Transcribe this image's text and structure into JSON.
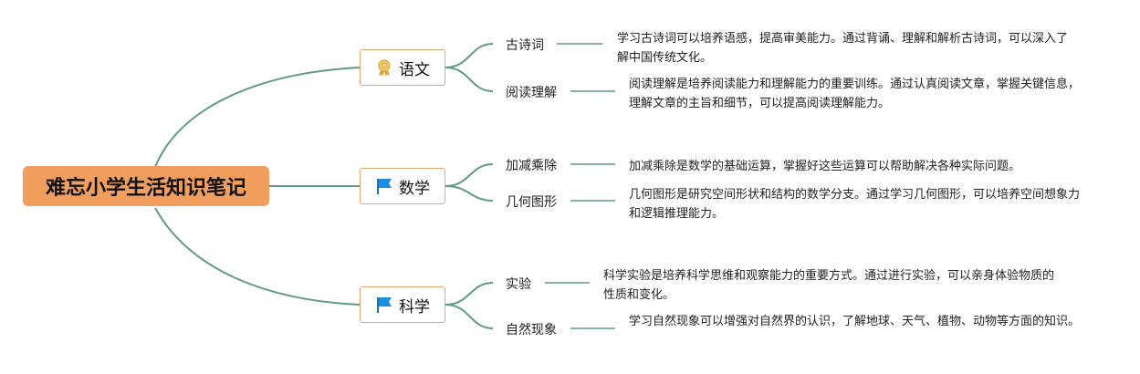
{
  "root": {
    "title": "难忘小学生活知识笔记"
  },
  "branches": [
    {
      "label": "语文",
      "icon": "award-medal-icon",
      "topics": [
        {
          "label": "古诗词",
          "note": "学习古诗词可以培养语感，提高审美能力。通过背诵、理解和解析古诗词，可以深入了解中国传统文化。"
        },
        {
          "label": "阅读理解",
          "note": "阅读理解是培养阅读能力和理解能力的重要训练。通过认真阅读文章，掌握关键信息，理解文章的主旨和细节，可以提高阅读理解能力。"
        }
      ]
    },
    {
      "label": "数学",
      "icon": "flag-icon",
      "topics": [
        {
          "label": "加减乘除",
          "note": "加减乘除是数学的基础运算，掌握好这些运算可以帮助解决各种实际问题。"
        },
        {
          "label": "几何图形",
          "note": "几何图形是研究空间形状和结构的数学分支。通过学习几何图形，可以培养空间想象力和逻辑推理能力。"
        }
      ]
    },
    {
      "label": "科学",
      "icon": "flag-icon",
      "topics": [
        {
          "label": "实验",
          "note": "科学实验是培养科学思维和观察能力的重要方式。通过进行实验，可以亲身体验物质的性质和变化。"
        },
        {
          "label": "自然现象",
          "note": "学习自然现象可以增强对自然界的认识，了解地球、天气、植物、动物等方面的知识。"
        }
      ]
    }
  ],
  "colors": {
    "root_fill": "#f19e5f",
    "branch_border": "#eaa46e",
    "connector": "#5f9a84",
    "flag": "#1a8fe0",
    "medal": "#e0b84a"
  }
}
